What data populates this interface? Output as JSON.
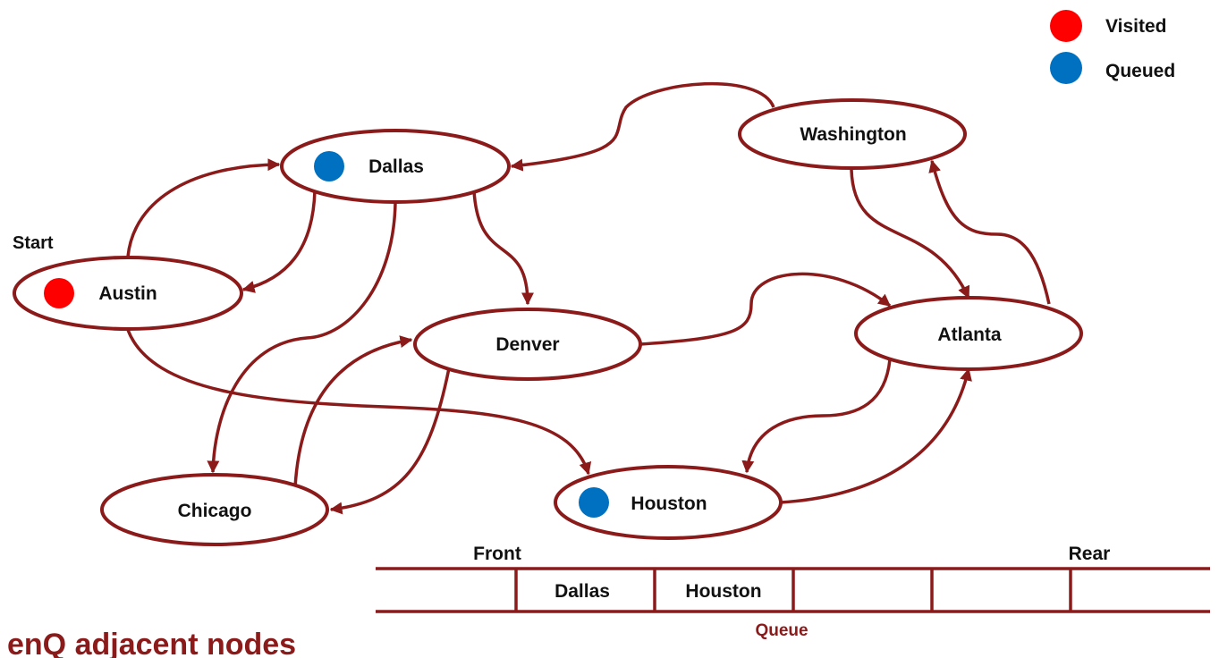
{
  "legend": {
    "visited_label": "Visited",
    "queued_label": "Queued",
    "visited_color": "#ff0000",
    "queued_color": "#0070c0"
  },
  "start_label": "Start",
  "nodes": {
    "austin": "Austin",
    "dallas": "Dallas",
    "washington": "Washington",
    "denver": "Denver",
    "atlanta": "Atlanta",
    "chicago": "Chicago",
    "houston": "Houston"
  },
  "node_states": {
    "austin": "visited",
    "dallas": "queued",
    "houston": "queued"
  },
  "edges": [
    {
      "from": "Austin",
      "to": "Dallas"
    },
    {
      "from": "Dallas",
      "to": "Austin"
    },
    {
      "from": "Dallas",
      "to": "Denver"
    },
    {
      "from": "Dallas",
      "to": "Chicago"
    },
    {
      "from": "Washington",
      "to": "Dallas"
    },
    {
      "from": "Washington",
      "to": "Atlanta"
    },
    {
      "from": "Atlanta",
      "to": "Washington"
    },
    {
      "from": "Denver",
      "to": "Atlanta"
    },
    {
      "from": "Denver",
      "to": "Chicago"
    },
    {
      "from": "Chicago",
      "to": "Denver"
    },
    {
      "from": "Austin",
      "to": "Houston"
    },
    {
      "from": "Atlanta",
      "to": "Houston"
    },
    {
      "from": "Houston",
      "to": "Atlanta"
    }
  ],
  "queue": {
    "front_label": "Front",
    "rear_label": "Rear",
    "caption": "Queue",
    "items": [
      "",
      "Dallas",
      "Houston",
      "",
      "",
      ""
    ]
  },
  "caption": "enQ adjacent nodes",
  "colors": {
    "edge": "#8b1a1a"
  }
}
